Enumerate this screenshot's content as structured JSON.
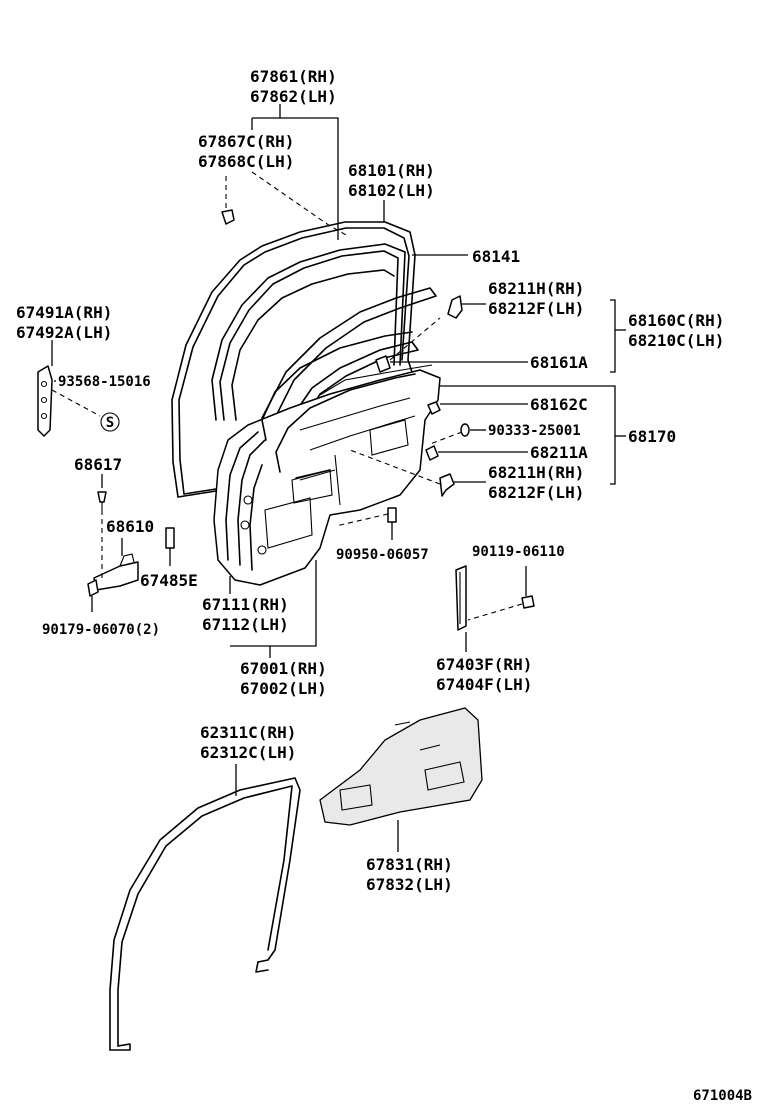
{
  "labels": {
    "p67861": "67861(RH)",
    "p67862": "67862(LH)",
    "p67867c": "67867C(RH)",
    "p67868c": "67868C(LH)",
    "p68101": "68101(RH)",
    "p68102": "68102(LH)",
    "p68141": "68141",
    "p68211h_top": "68211H(RH)",
    "p68212f_top": "68212F(LH)",
    "p68160c": "68160C(RH)",
    "p68210c": "68210C(LH)",
    "p68161a": "68161A",
    "p68162c": "68162C",
    "p90333": "90333-25001",
    "p68170": "68170",
    "p68211a": "68211A",
    "p68211h_bot": "68211H(RH)",
    "p68212f_bot": "68212F(LH)",
    "p67491a": "67491A(RH)",
    "p67492a": "67492A(LH)",
    "p93568": "93568-15016",
    "p68617": "68617",
    "p68610": "68610",
    "p67485e": "67485E",
    "p90179": "90179-06070(2)",
    "p90950": "90950-06057",
    "p90119": "90119-06110",
    "p67111": "67111(RH)",
    "p67112": "67112(LH)",
    "p67001": "67001(RH)",
    "p67002": "67002(LH)",
    "p67403f": "67403F(RH)",
    "p67404f": "67404F(LH)",
    "p62311c": "62311C(RH)",
    "p62312c": "62312C(LH)",
    "p67831": "67831(RH)",
    "p67832": "67832(LH)",
    "s_symbol": "S",
    "figure_id": "671004B"
  }
}
